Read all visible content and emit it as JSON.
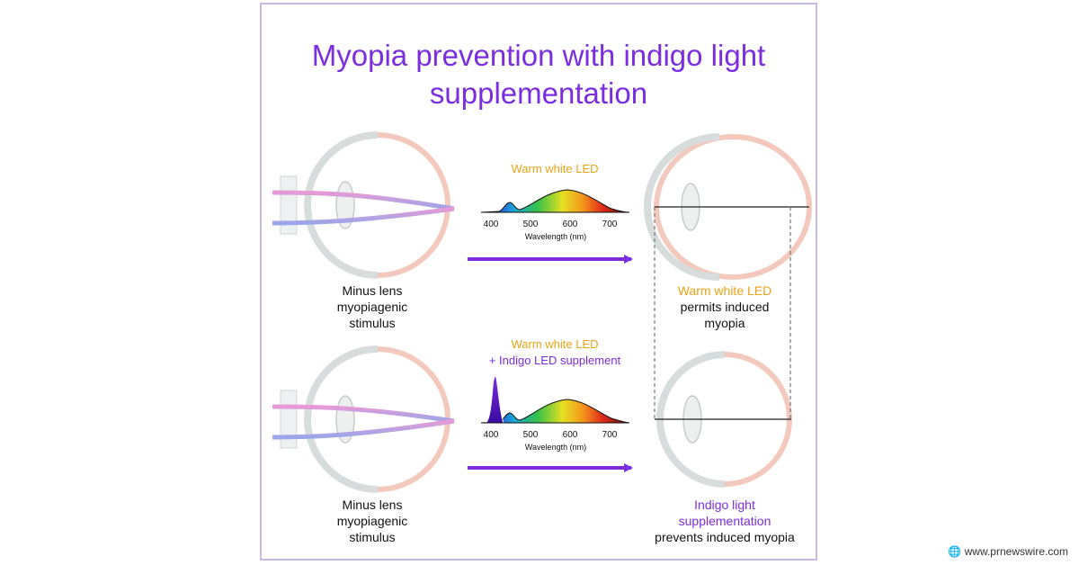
{
  "title": "Myopia prevention with indigo light supplementation",
  "top": {
    "spectrum_label": "Warm white LED",
    "left_caption": [
      "Minus lens",
      "myopiagenic",
      "stimulus"
    ],
    "right_caption_colored": "Warm white LED",
    "right_caption": [
      "permits induced",
      "myopia"
    ]
  },
  "bottom": {
    "spectrum_label_1": "Warm white LED",
    "spectrum_label_2": "+ Indigo LED supplement",
    "left_caption": [
      "Minus lens",
      "myopiagenic",
      "stimulus"
    ],
    "right_caption_colored": [
      "Indigo light",
      "supplementation"
    ],
    "right_caption": "prevents induced myopia"
  },
  "spectrum_axis": {
    "ticks": [
      "400",
      "500",
      "600",
      "700"
    ],
    "xlabel": "Wavelength (nm)"
  },
  "colors": {
    "title": "#7b2de0",
    "warm_white": "#e8a317",
    "indigo": "#7b2de0",
    "arrow": "#7b2de0",
    "panel_border": "#c9b8e6"
  },
  "watermark": "www.prnewswire.com"
}
